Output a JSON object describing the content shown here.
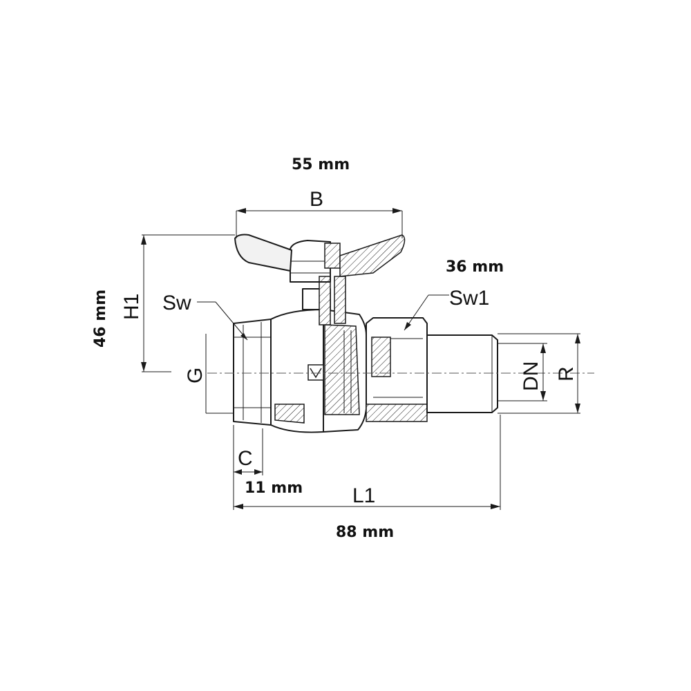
{
  "dimensions": {
    "B": {
      "letter": "B",
      "value": "55 mm"
    },
    "H1": {
      "letter": "H1",
      "value": "46 mm"
    },
    "Sw": {
      "letter": "Sw"
    },
    "Sw1": {
      "letter": "Sw1",
      "value": "36 mm"
    },
    "G": {
      "letter": "G"
    },
    "DN": {
      "letter": "DN"
    },
    "R": {
      "letter": "R"
    },
    "C": {
      "letter": "C",
      "value": "11 mm"
    },
    "L1": {
      "letter": "L1",
      "value": "88 mm"
    }
  },
  "colors": {
    "line": "#1a1a1a",
    "text": "#111111",
    "background": "#ffffff"
  }
}
